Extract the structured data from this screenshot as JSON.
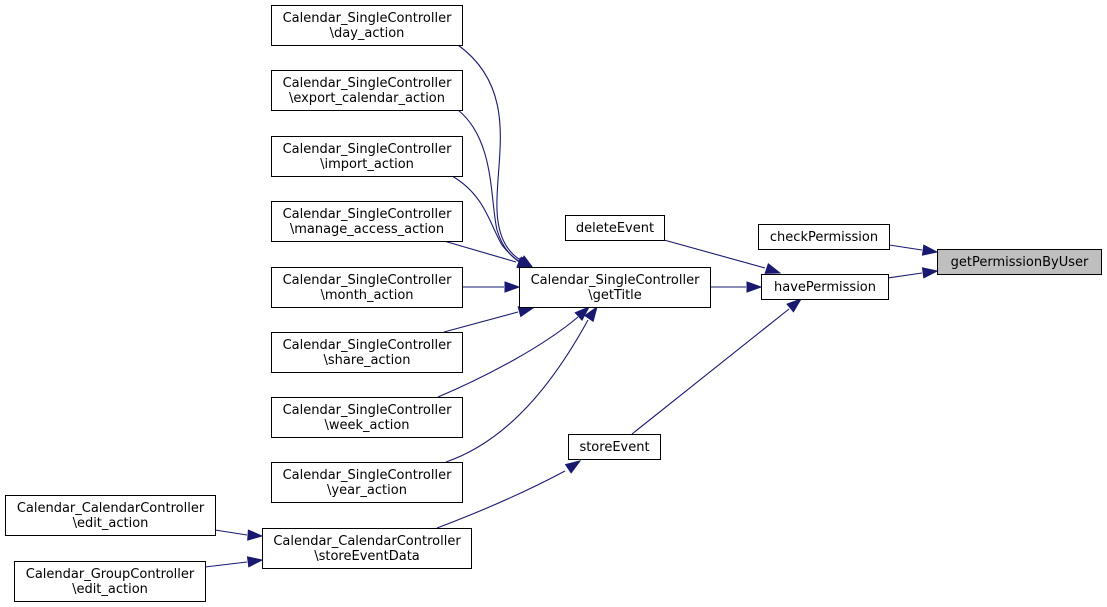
{
  "graph": {
    "type": "caller-graph",
    "edge_color": "#191970",
    "focus_fill": "#bfbfbf",
    "nodes": [
      {
        "id": "getPermissionByUser",
        "lines": [
          "getPermissionByUser"
        ],
        "focus": true
      },
      {
        "id": "checkPermission",
        "lines": [
          "checkPermission"
        ]
      },
      {
        "id": "havePermission",
        "lines": [
          "havePermission"
        ]
      },
      {
        "id": "deleteEvent",
        "lines": [
          "deleteEvent"
        ]
      },
      {
        "id": "getTitle",
        "lines": [
          "Calendar_SingleController",
          "\\getTitle"
        ]
      },
      {
        "id": "storeEvent",
        "lines": [
          "storeEvent"
        ]
      },
      {
        "id": "day_action",
        "lines": [
          "Calendar_SingleController",
          "\\day_action"
        ]
      },
      {
        "id": "export_calendar_action",
        "lines": [
          "Calendar_SingleController",
          "\\export_calendar_action"
        ]
      },
      {
        "id": "import_action",
        "lines": [
          "Calendar_SingleController",
          "\\import_action"
        ]
      },
      {
        "id": "manage_access_action",
        "lines": [
          "Calendar_SingleController",
          "\\manage_access_action"
        ]
      },
      {
        "id": "month_action",
        "lines": [
          "Calendar_SingleController",
          "\\month_action"
        ]
      },
      {
        "id": "share_action",
        "lines": [
          "Calendar_SingleController",
          "\\share_action"
        ]
      },
      {
        "id": "week_action",
        "lines": [
          "Calendar_SingleController",
          "\\week_action"
        ]
      },
      {
        "id": "year_action",
        "lines": [
          "Calendar_SingleController",
          "\\year_action"
        ]
      },
      {
        "id": "storeEventData",
        "lines": [
          "Calendar_CalendarController",
          "\\storeEventData"
        ]
      },
      {
        "id": "cal_edit_action",
        "lines": [
          "Calendar_CalendarController",
          "\\edit_action"
        ]
      },
      {
        "id": "group_edit_action",
        "lines": [
          "Calendar_GroupController",
          "\\edit_action"
        ]
      }
    ],
    "edges": [
      {
        "from": "checkPermission",
        "to": "getPermissionByUser"
      },
      {
        "from": "havePermission",
        "to": "getPermissionByUser"
      },
      {
        "from": "deleteEvent",
        "to": "havePermission"
      },
      {
        "from": "getTitle",
        "to": "havePermission"
      },
      {
        "from": "storeEvent",
        "to": "havePermission"
      },
      {
        "from": "day_action",
        "to": "getTitle"
      },
      {
        "from": "export_calendar_action",
        "to": "getTitle"
      },
      {
        "from": "import_action",
        "to": "getTitle"
      },
      {
        "from": "manage_access_action",
        "to": "getTitle"
      },
      {
        "from": "month_action",
        "to": "getTitle"
      },
      {
        "from": "share_action",
        "to": "getTitle"
      },
      {
        "from": "week_action",
        "to": "getTitle"
      },
      {
        "from": "year_action",
        "to": "getTitle"
      },
      {
        "from": "storeEventData",
        "to": "storeEvent"
      },
      {
        "from": "cal_edit_action",
        "to": "storeEventData"
      },
      {
        "from": "group_edit_action",
        "to": "storeEventData"
      }
    ]
  }
}
